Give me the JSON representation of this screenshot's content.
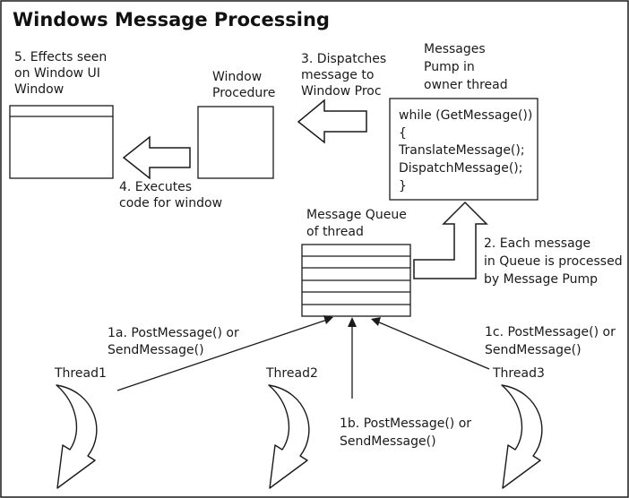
{
  "title": "Windows Message Processing",
  "colors": {
    "line": "#1a1a1a",
    "background": "#ffffff"
  },
  "steps": {
    "effects": [
      "5. Effects seen",
      "on Window UI",
      "Window"
    ],
    "window_procedure": [
      "Window",
      "Procedure"
    ],
    "dispatches": [
      "3. Dispatches",
      "message to",
      "Window Proc"
    ],
    "pump_heading": [
      "Messages",
      "Pump in",
      "owner thread"
    ],
    "executes": [
      "4. Executes",
      "code for window"
    ],
    "queue_heading": [
      "Message Queue",
      "of thread"
    ],
    "processed": [
      "2. Each message",
      "in Queue is processed",
      "by Message Pump"
    ],
    "post_1a": [
      "1a. PostMessage() or",
      "SendMessage()"
    ],
    "post_1b": [
      "1b. PostMessage() or",
      "SendMessage()"
    ],
    "post_1c": [
      "1c. PostMessage() or",
      "SendMessage()"
    ]
  },
  "pump_code": [
    "while (GetMessage())",
    "{",
    "TranslateMessage();",
    "DispatchMessage();",
    "}"
  ],
  "threads": [
    "Thread1",
    "Thread2",
    "Thread3"
  ]
}
